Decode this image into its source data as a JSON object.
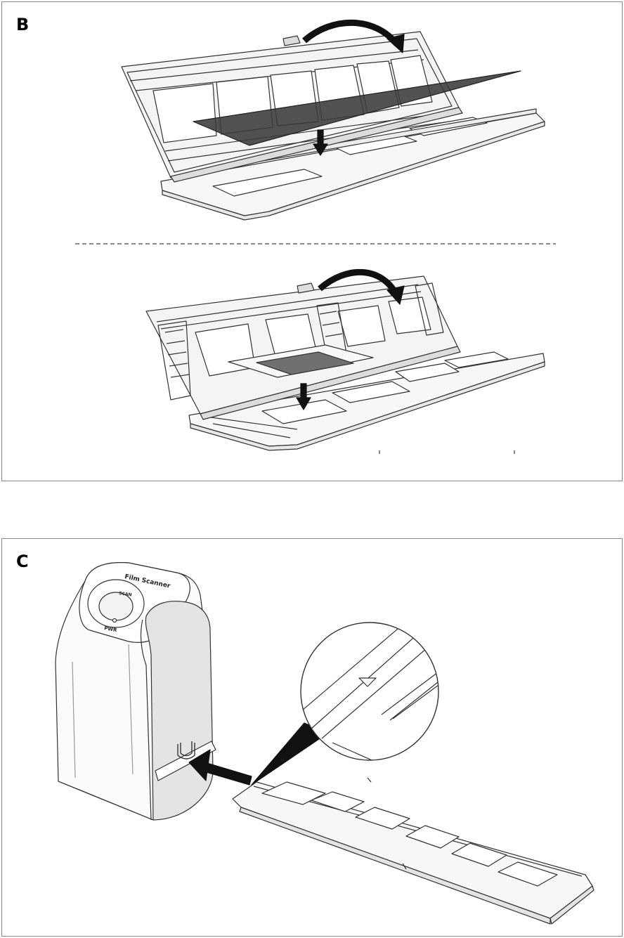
{
  "panels": [
    {
      "letter": "B"
    },
    {
      "letter": "C"
    }
  ],
  "scanner": {
    "brand_label": "Film Scanner",
    "scan_label": "SCAN",
    "power_label": "PWR"
  }
}
